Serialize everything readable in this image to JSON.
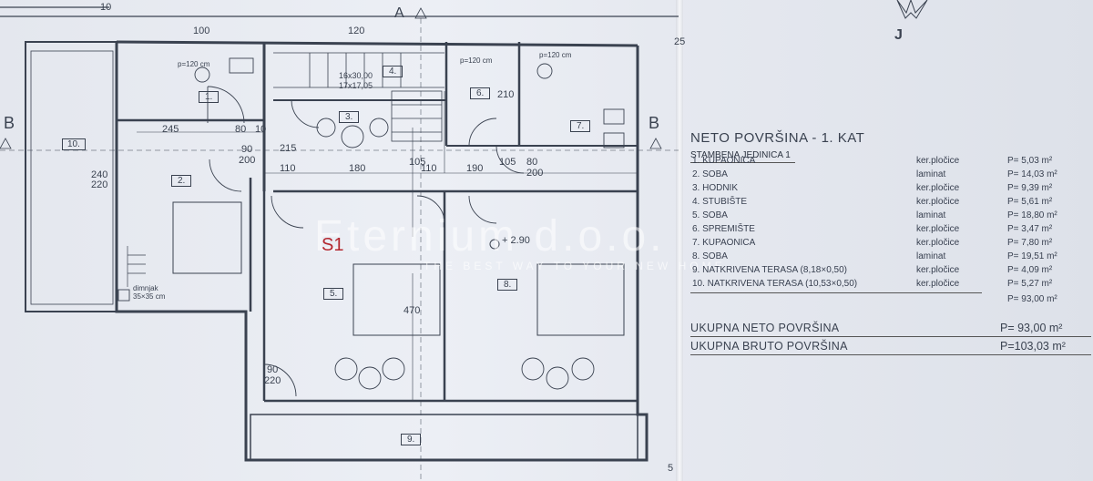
{
  "header": {
    "section_label": "A",
    "north_label": "J"
  },
  "plan": {
    "section_b_left": "B",
    "section_b_right": "B",
    "stair_note_1": "16x30,00",
    "stair_note_2": "17x17,05",
    "level": "+ 2.90",
    "unit_tag": "S1",
    "chimney": "dimnjak",
    "chimney_size": "35×35 cm",
    "shower_1": "p=120 cm",
    "shower_2": "p=120 cm",
    "shower_3": "p=120 cm",
    "rooms": [
      "1.",
      "2.",
      "3.",
      "4.",
      "5.",
      "6.",
      "7.",
      "8.",
      "9.",
      "10."
    ],
    "dims": {
      "d245": "245",
      "d80": "80",
      "d10": "10",
      "d215": "215",
      "d110": "110",
      "d180": "180",
      "d105a": "105",
      "d110b": "110",
      "d190": "190",
      "d105b": "105",
      "d470": "470",
      "d210": "210",
      "d220": "220",
      "d240": "240",
      "d200": "200",
      "d90": "90",
      "d100": "100",
      "d120": "120",
      "d10b": "10",
      "d25": "25",
      "d5": "5"
    }
  },
  "watermark": {
    "brand": "Eternium d.o.o.",
    "slogan": "THE BEST WAY TO YOUR NEW HOME"
  },
  "legend": {
    "title": "NETO POVRŠINA - 1. KAT",
    "unit": "STAMBENA JEDINICA 1",
    "rows": [
      {
        "name": "1. KUPAONICA",
        "material": "ker.pločice",
        "area": "P=   5,03 m²"
      },
      {
        "name": "2. SOBA",
        "material": "laminat",
        "area": "P=  14,03 m²"
      },
      {
        "name": "3. HODNIK",
        "material": "ker.pločice",
        "area": "P=   9,39 m²"
      },
      {
        "name": "4. STUBIŠTE",
        "material": "ker.pločice",
        "area": "P=   5,61 m²"
      },
      {
        "name": "5. SOBA",
        "material": "laminat",
        "area": "P=  18,80 m²"
      },
      {
        "name": "6. SPREMIŠTE",
        "material": "ker.pločice",
        "area": "P=   3,47 m²"
      },
      {
        "name": "7. KUPAONICA",
        "material": "ker.pločice",
        "area": "P=   7,80 m²"
      },
      {
        "name": "8. SOBA",
        "material": "laminat",
        "area": "P=  19,51 m²"
      },
      {
        "name": "9. NATKRIVENA TERASA (8,18×0,50)",
        "material": "ker.pločice",
        "area": "P=   4,09 m²"
      },
      {
        "name": "10. NATKRIVENA TERASA (10,53×0,50)",
        "material": "ker.pločice",
        "area": "P=   5,27 m²"
      }
    ],
    "subtotal": "P=  93,00 m²",
    "total_neto_label": "UKUPNA NETO POVRŠINA",
    "total_neto_value": "P= 93,00 m²",
    "total_bruto_label": "UKUPNA BRUTO POVRŠINA",
    "total_bruto_value": "P=103,03 m²"
  },
  "colors": {
    "line": "#3a4250",
    "paper": "#e6e9f0",
    "accent": "#b3262e"
  }
}
